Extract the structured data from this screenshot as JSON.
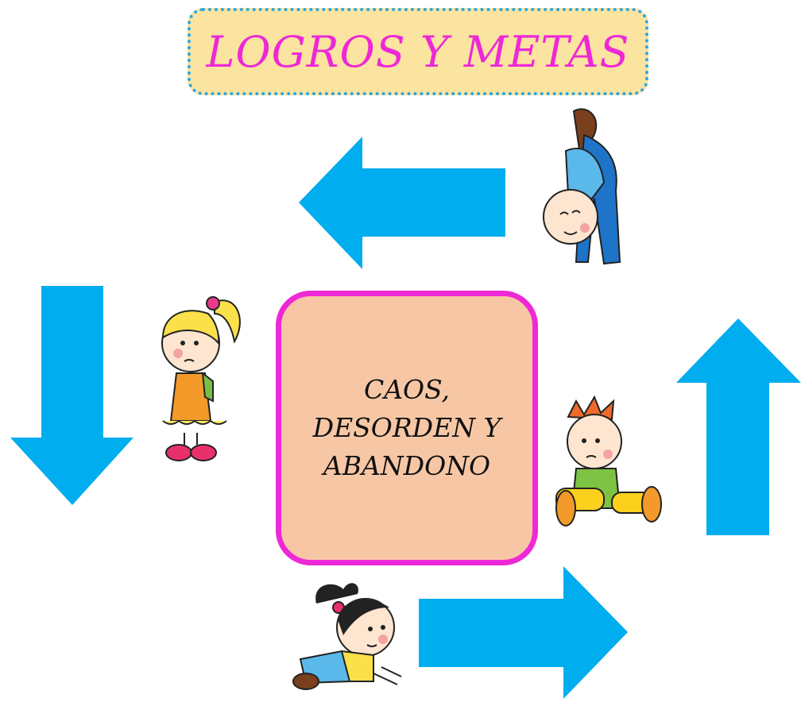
{
  "title": "LOGROS Y METAS",
  "center": {
    "lines": [
      "CAOS,",
      "DESORDEN Y",
      "ABANDONO"
    ]
  },
  "colors": {
    "arrow": "#00adee",
    "title_bg": "#fbe3a0",
    "title_border": "#29a7e1",
    "title_text": "#ee28d6",
    "center_bg": "#f7c7a5",
    "center_border": "#ee28d6"
  },
  "icons": {
    "arrows": [
      "arrow-left-icon",
      "arrow-down-icon",
      "arrow-right-icon",
      "arrow-up-icon"
    ],
    "figures": [
      "child-bending-icon",
      "girl-pigtail-icon",
      "boy-sitting-icon",
      "girl-crawling-icon"
    ]
  }
}
